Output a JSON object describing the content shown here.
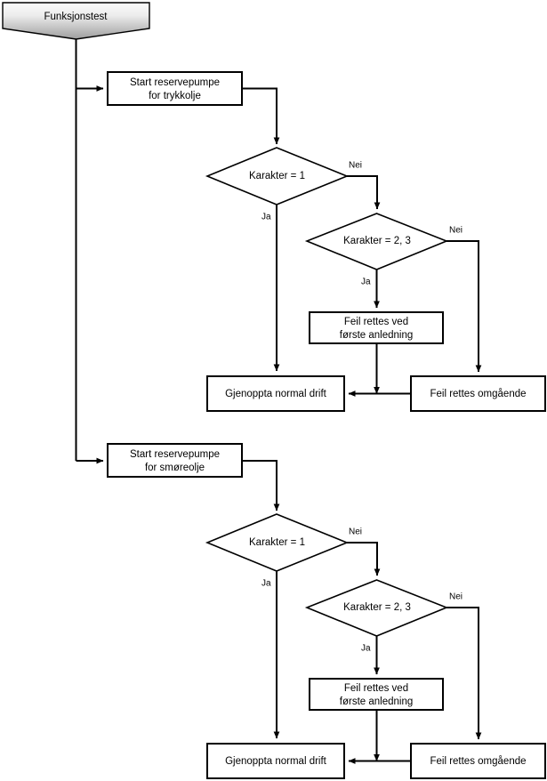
{
  "diagram": {
    "title": "Funksjonstest",
    "type": "flowchart",
    "language": "no",
    "banner": {
      "label": "Funksjonstest"
    },
    "edge_labels": {
      "yes": "Ja",
      "no": "Nei"
    },
    "sections": [
      {
        "id": "trykkolje",
        "start": {
          "label_line1": "Start reservepumpe",
          "label_line2": "for trykkolje"
        },
        "decision1": {
          "label": "Karakter = 1"
        },
        "decision2": {
          "label": "Karakter = 2, 3"
        },
        "action_deferred": {
          "label_line1": "Feil rettes ved",
          "label_line2": "første anledning"
        },
        "action_resume": {
          "label": "Gjenoppta normal drift"
        },
        "action_immediate": {
          "label": "Feil rettes omgående"
        }
      },
      {
        "id": "smoreolje",
        "start": {
          "label_line1": "Start reservepumpe",
          "label_line2": "for smøreolje"
        },
        "decision1": {
          "label": "Karakter = 1"
        },
        "decision2": {
          "label": "Karakter = 2, 3"
        },
        "action_deferred": {
          "label_line1": "Feil rettes ved",
          "label_line2": "første anledning"
        },
        "action_resume": {
          "label": "Gjenoppta normal drift"
        },
        "action_immediate": {
          "label": "Feil rettes omgående"
        }
      }
    ],
    "colors": {
      "stroke": "#000000",
      "node_fill": "#ffffff",
      "banner_fill_top": "#f2f2f2",
      "banner_fill_bottom": "#a8a8a8",
      "background": "#ffffff"
    }
  }
}
